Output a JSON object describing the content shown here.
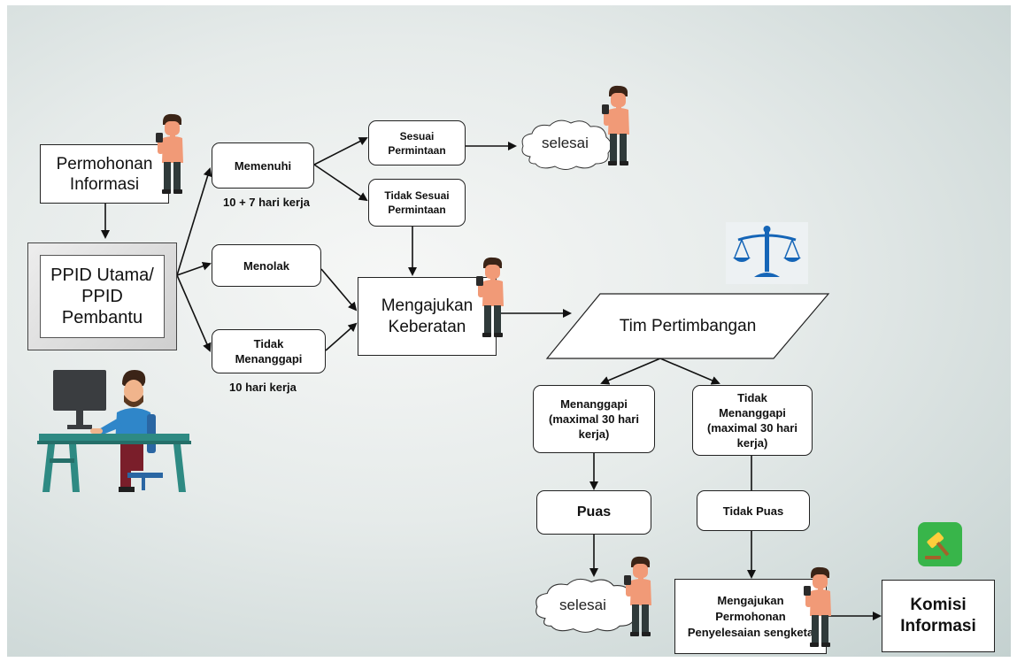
{
  "nodes": {
    "permohonan": "Permohonan\nInformasi",
    "ppid": "PPID Utama/\nPPID\nPembantu",
    "memenuhi": "Memenuhi",
    "menolak": "Menolak",
    "tidak_menanggapi_1": "Tidak\nMenanggapi",
    "sesuai": "Sesuai\nPermintaan",
    "tidak_sesuai": "Tidak Sesuai\nPermintaan",
    "keberatan": "Mengajukan\nKeberatan",
    "tim": "Tim Pertimbangan",
    "menanggapi": "Menanggapi\n(maximal 30 hari\nkerja)",
    "tidak_menanggapi_2": "Tidak\nMenanggapi\n(maximal 30 hari\nkerja)",
    "puas": "Puas",
    "tidak_puas": "Tidak Puas",
    "sengketa": "Mengajukan\nPermohonan\nPenyelesaian sengketa",
    "komisi": "Komisi\nInformasi",
    "selesai_top": "selesai",
    "selesai_bottom": "selesai"
  },
  "labels": {
    "memenuhi_time": "10 + 7  hari kerja",
    "tidak_menanggapi_time": "10  hari kerja"
  },
  "icons": [
    "person-with-phone-icon",
    "office-worker-at-desk-icon",
    "scales-of-justice-icon",
    "gavel-icon"
  ],
  "colors": {
    "background": "#e6ebea",
    "skin": "#f19a77",
    "hair": "#3b2417",
    "pants": "#2f3a3a",
    "desk": "#2e8a83",
    "shirt": "#2f86c9",
    "scales": "#1565b7",
    "gavel_bg": "#38b54a"
  }
}
